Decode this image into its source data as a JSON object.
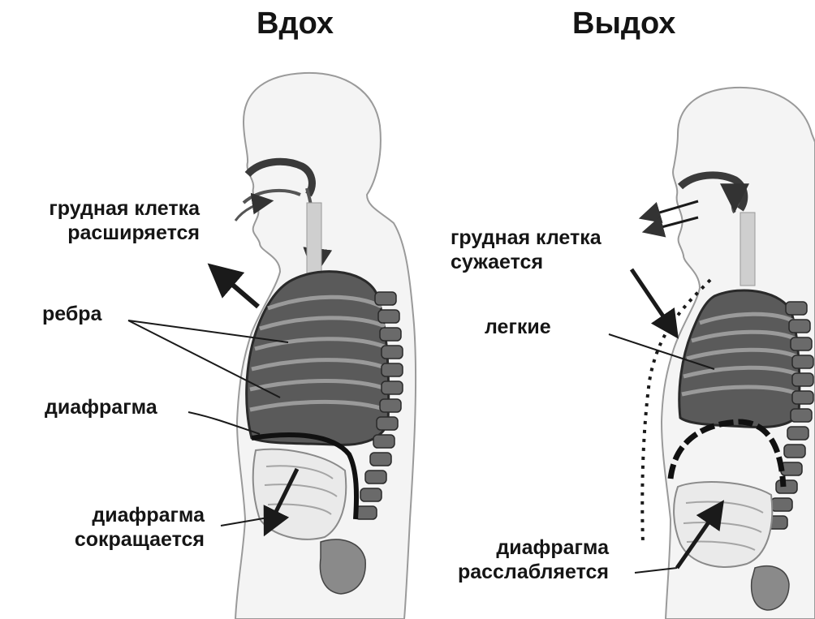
{
  "inhale": {
    "title": "Вдох",
    "labels": {
      "chest_line1": "грудная клетка",
      "chest_line2": "расширяется",
      "ribs": "ребра",
      "diaphragm": "диафрагма",
      "diaphragm_action_line1": "диафрагма",
      "diaphragm_action_line2": "сокращается"
    }
  },
  "exhale": {
    "title": "Выдох",
    "labels": {
      "chest_line1": "грудная клетка",
      "chest_line2": "сужается",
      "lungs": "легкие",
      "diaphragm_action_line1": "диафрагма",
      "diaphragm_action_line2": "расслабляется"
    }
  }
}
